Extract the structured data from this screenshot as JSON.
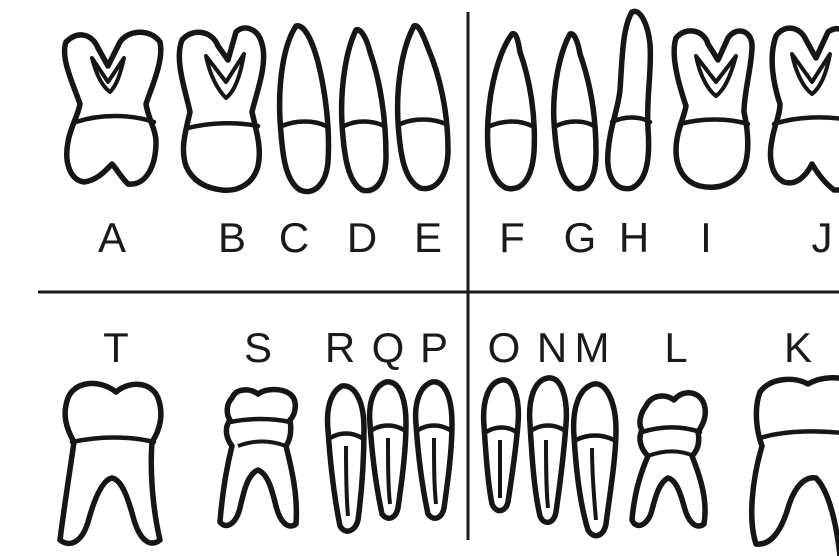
{
  "figure": {
    "upper_labels": [
      "A",
      "B",
      "C",
      "D",
      "E",
      "F",
      "G",
      "H",
      "I",
      "J"
    ],
    "lower_labels": [
      "T",
      "S",
      "R",
      "Q",
      "P",
      "O",
      "N",
      "M",
      "L",
      "K"
    ],
    "line_color": "#161616",
    "background": "#ffffff"
  }
}
